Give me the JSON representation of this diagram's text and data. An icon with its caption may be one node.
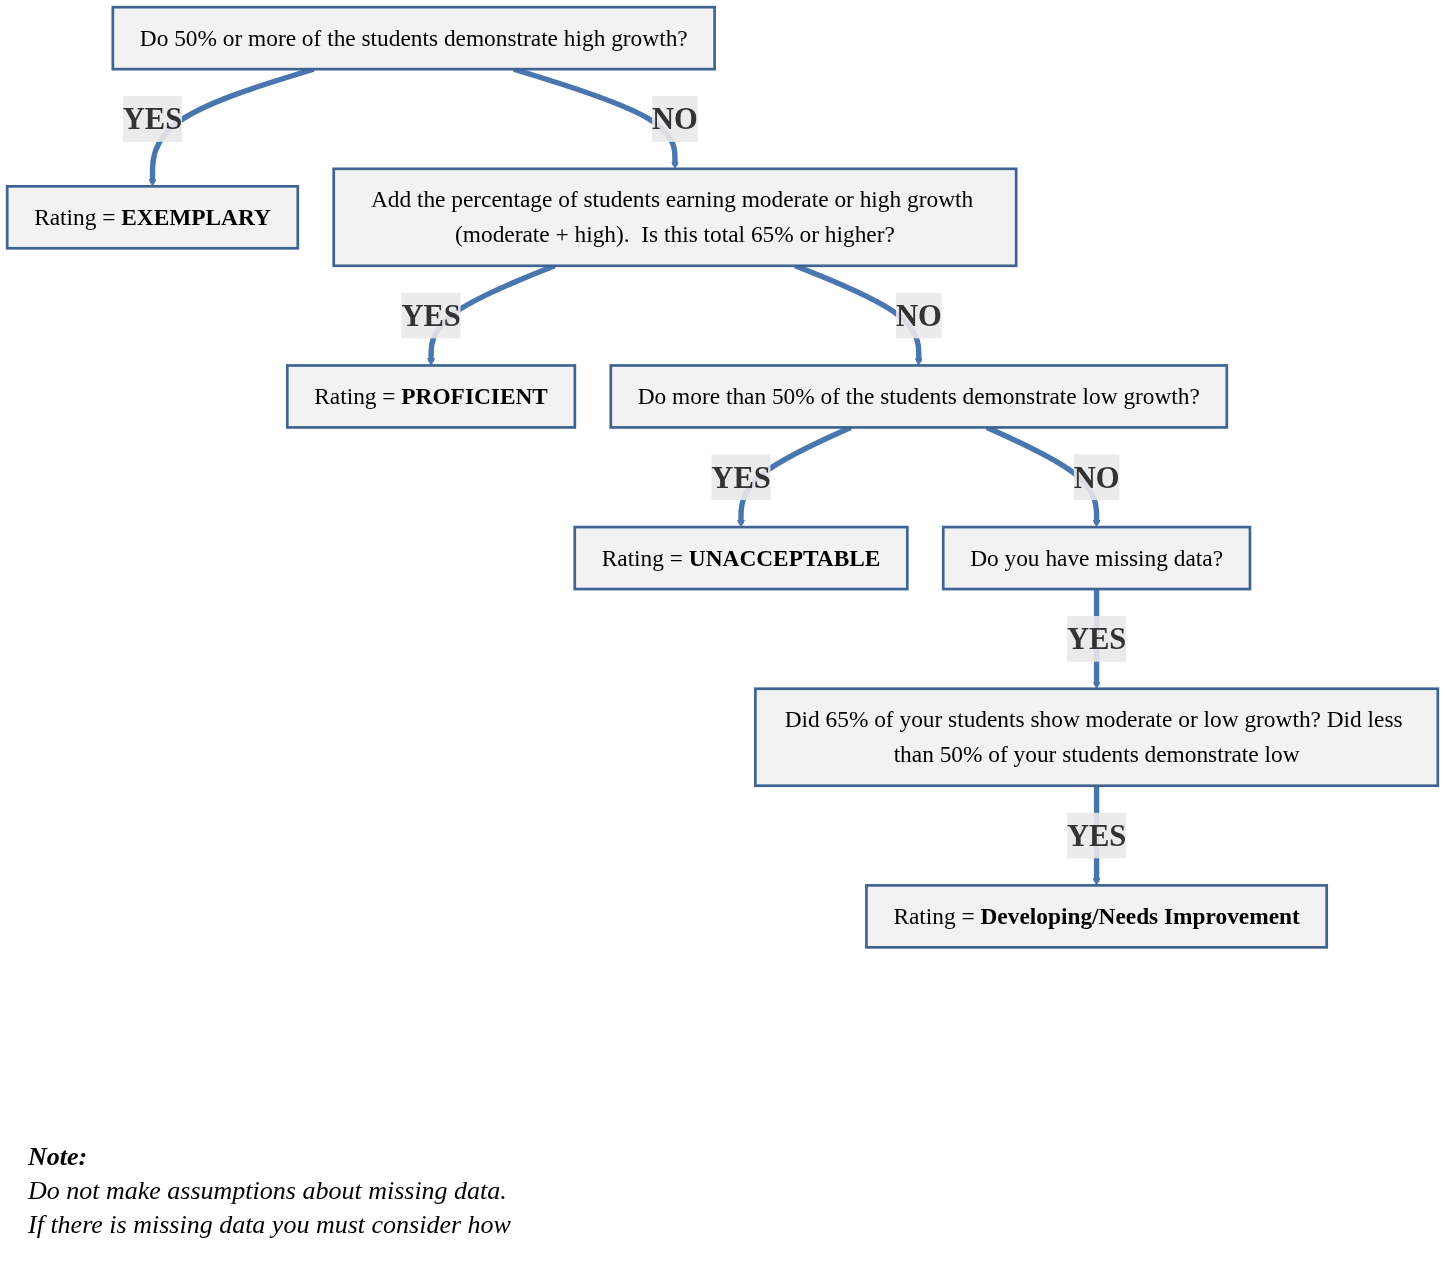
{
  "diagram": {
    "nodes": [
      {
        "text": [
          "Do 50% or more of the students demonstrate high growth?"
        ]
      },
      {
        "text": [
          "Rating = **EXEMPLARY**"
        ]
      },
      {
        "text": [
          "Add the percentage of students earning moderate or high growth (moderate + high).  Is this total 65% or higher?"
        ]
      },
      {
        "text": [
          "Rating = **PROFICIENT**"
        ]
      },
      {
        "text": [
          "Do more than 50% of the students demonstrate low growth?"
        ]
      },
      {
        "text": [
          "Rating = **UNACCEPTABLE**"
        ]
      },
      {
        "text": [
          "Do you have missing data?"
        ]
      },
      {
        "text": [
          "Did 65% of your students show moderate or low growth? Did less than 50% of your students demonstrate low"
        ]
      },
      {
        "text": [
          "Rating = **Developing/Needs Improvement**"
        ]
      }
    ],
    "edges": [
      {
        "from": 0,
        "to": 1,
        "arrow": "to",
        "label": "YES"
      },
      {
        "from": 0,
        "to": 2,
        "arrow": "to",
        "label": "NO"
      },
      {
        "from": 2,
        "to": 3,
        "arrow": "to",
        "label": "YES"
      },
      {
        "from": 2,
        "to": 4,
        "arrow": "to",
        "label": "NO"
      },
      {
        "from": 4,
        "to": 5,
        "arrow": "to",
        "label": "YES"
      },
      {
        "from": 4,
        "to": 6,
        "arrow": "to",
        "label": "NO"
      },
      {
        "from": 6,
        "to": 7,
        "arrow": "to",
        "label": "YES"
      },
      {
        "from": 7,
        "to": 8,
        "arrow": "to",
        "label": "YES"
      }
    ],
    "labels": [
      "Note:",
      "Do not make assumptions about missing data.",
      "If there is missing data you must consider how"
    ]
  }
}
